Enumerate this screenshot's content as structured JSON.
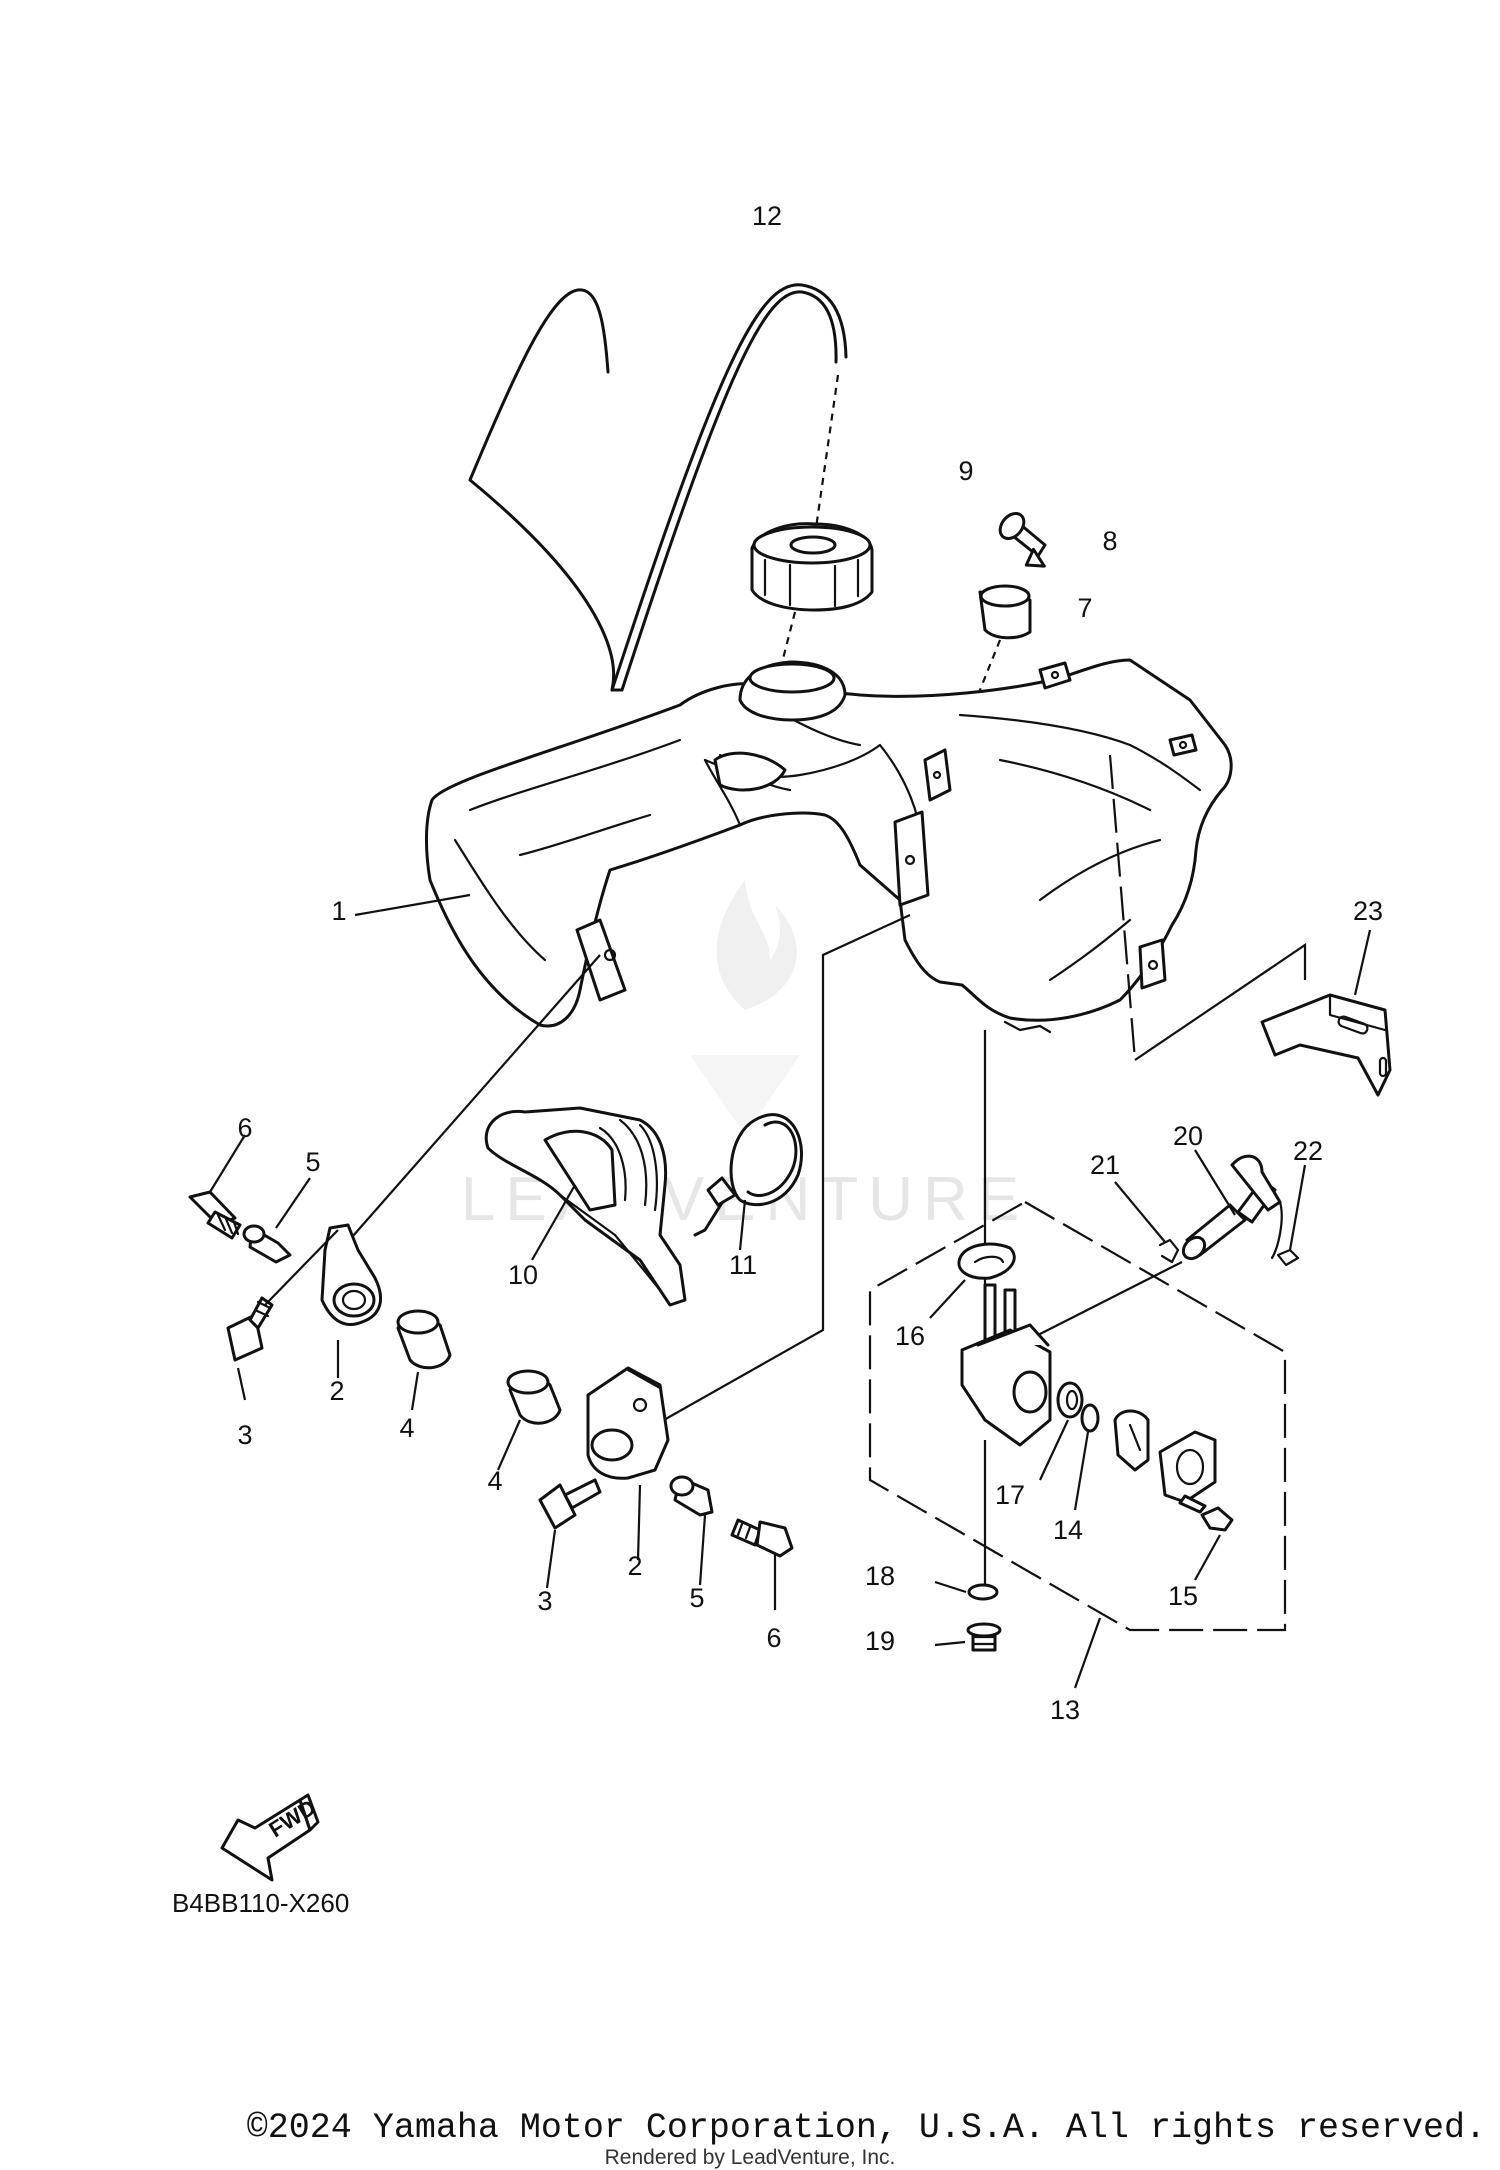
{
  "diagram": {
    "code": "B4BB110-X260",
    "fwd_label": "FWD",
    "watermark": "LEADVENTURE",
    "callouts": [
      "1",
      "2",
      "2",
      "3",
      "3",
      "4",
      "4",
      "5",
      "5",
      "6",
      "6",
      "7",
      "8",
      "9",
      "10",
      "11",
      "12",
      "13",
      "14",
      "15",
      "16",
      "17",
      "18",
      "19",
      "20",
      "21",
      "22",
      "23"
    ]
  },
  "footer": {
    "copyright": "©2024 Yamaha Motor Corporation, U.S.A. All rights reserved.",
    "rendered_by": "Rendered by LeadVenture, Inc."
  },
  "icons": [
    "fwd-arrow-icon",
    "leadventure-flame-icon"
  ]
}
